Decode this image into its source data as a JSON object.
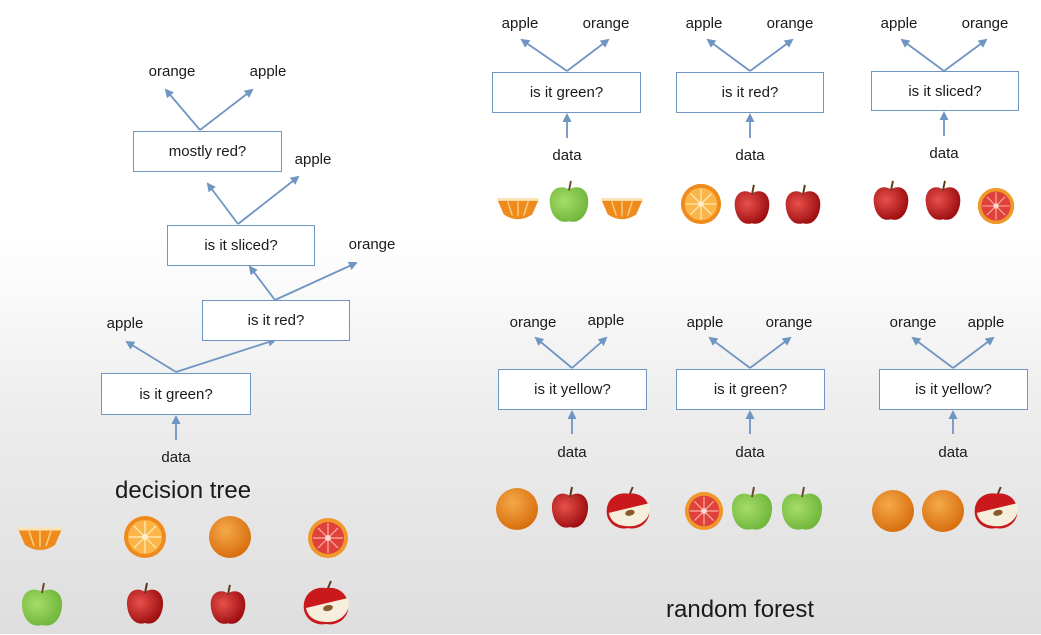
{
  "decision_tree": {
    "caption": "decision tree",
    "nodes": {
      "mostly_red": "mostly red?",
      "sliced": "is it sliced?",
      "red": "is it red?",
      "green": "is it green?"
    },
    "labels": {
      "top_left": "orange",
      "top_right": "apple",
      "mostly_red_right": "apple",
      "red_right": "orange",
      "green_left": "apple",
      "data": "data"
    }
  },
  "random_forest": {
    "caption": "random forest",
    "trees": [
      {
        "question": "is it green?",
        "left": "apple",
        "right": "orange",
        "input": "data"
      },
      {
        "question": "is it red?",
        "left": "apple",
        "right": "orange",
        "input": "data"
      },
      {
        "question": "is it sliced?",
        "left": "apple",
        "right": "orange",
        "input": "data"
      },
      {
        "question": "is it yellow?",
        "left": "orange",
        "right": "apple",
        "input": "data"
      },
      {
        "question": "is it green?",
        "left": "apple",
        "right": "orange",
        "input": "data"
      },
      {
        "question": "is it yellow?",
        "left": "orange",
        "right": "apple",
        "input": "data"
      }
    ]
  },
  "colors": {
    "arrow": "#6f95c2",
    "box_border": "#6f95c2",
    "orange_fruit": "#ef8b1c",
    "red_apple": "#c9191c",
    "green_apple": "#6fb63a",
    "blood_orange": "#e0413a"
  },
  "icons": [
    "orange-slice-icon",
    "orange-half-icon",
    "whole-orange-icon",
    "blood-orange-half-icon",
    "green-apple-icon",
    "red-apple-icon",
    "sliced-apple-icon"
  ]
}
